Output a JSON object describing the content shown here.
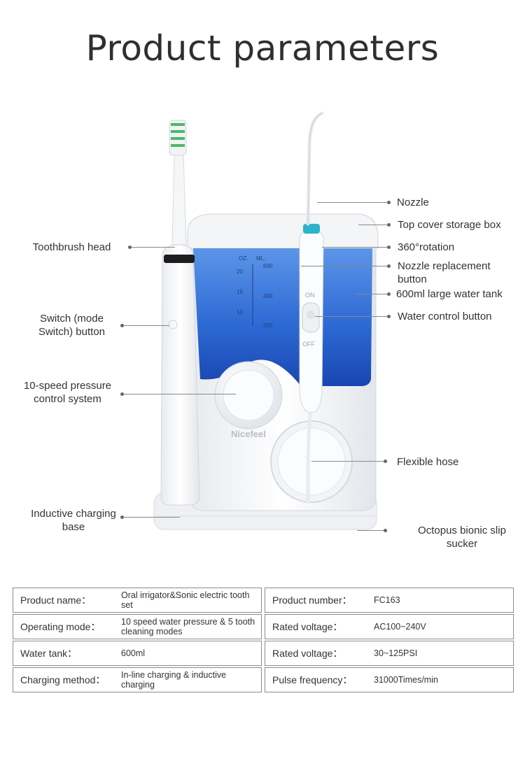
{
  "title": "Product parameters",
  "product": {
    "brand": "Nicefeel",
    "tank_scale": {
      "header_oz": "OZ.",
      "header_ml": "ML.",
      "oz_marks": [
        "20",
        "15",
        "10"
      ],
      "ml_marks": [
        "600",
        "400",
        "200"
      ]
    },
    "switch_on": "ON",
    "switch_off": "OFF"
  },
  "callouts": {
    "nozzle": "Nozzle",
    "top_cover": "Top cover storage box",
    "rotation": "360°rotation",
    "nozzle_button": "Nozzle replacement button",
    "tank": "600ml large water tank",
    "water_control": "Water control button",
    "hose": "Flexible hose",
    "sucker": "Octopus bionic slip sucker",
    "toothbrush_head": "Toothbrush head",
    "switch_button": "Switch (mode Switch) button",
    "pressure": "10-speed pressure control system",
    "charging_base": "Inductive charging base"
  },
  "specs": {
    "left": [
      {
        "key": "Product name：",
        "value": "Oral irrigator&Sonic electric tooth set"
      },
      {
        "key": "Operating mode：",
        "value": "10 speed water pressure & 5 tooth cleaning modes"
      },
      {
        "key": "Water tank：",
        "value": "600ml"
      },
      {
        "key": "Charging method：",
        "value": "In-line charging & inductive charging"
      }
    ],
    "right": [
      {
        "key": "Product number：",
        "value": "FC163"
      },
      {
        "key": "Rated voltage：",
        "value": "AC100~240V"
      },
      {
        "key": "Rated voltage：",
        "value": "30~125PSI"
      },
      {
        "key": "Pulse frequency：",
        "value": "31000Times/min"
      }
    ]
  },
  "colors": {
    "tank_blue": "#2f6fd6",
    "nozzle_teal": "#2bb3c9",
    "body_white": "#f7f8fa"
  }
}
